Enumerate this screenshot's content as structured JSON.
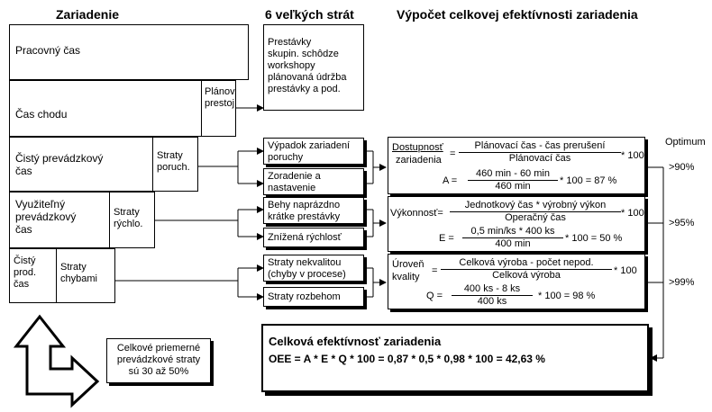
{
  "headers": {
    "equipment": "Zariadenie",
    "losses": "6 veľkých strát",
    "calculation": "Výpočet celkovej efektívnosti zariadenia"
  },
  "equipment_column": {
    "working_time": "Pracovný čas",
    "run_time": "Čas chodu",
    "planned_stop": "Plánov.\nprestoj",
    "net_operating_time": "Čistý prevádzkový\nčas",
    "breakdown_losses": "Straty\nporuch.",
    "utilized_operating_time": "Využiteľný\nprevádzkový\nčas",
    "speed_losses": "Straty\nrýchlo.",
    "net_productive_time": "Čistý\nprod.\nčas",
    "defect_losses": "Straty\nchybami"
  },
  "losses_column": {
    "planned_text": "Prestávky\nskupin. schôdze\nworkshopy\nplánovaná údržba\nprestávky a pod.",
    "breakdowns": "Výpadok zariadení\nporuchy",
    "setup": "Zoradenie a\nnastavenie",
    "idling": "Behy naprázdno\nkrátke prestávky",
    "reduced_speed": "Znížená rýchlosť",
    "quality_defects": "Straty nekvalitou\n(chyby v procese)",
    "startup_losses": "Straty rozbehom"
  },
  "formulas": {
    "availability": {
      "label_top": "Dostupnosť",
      "label_bottom": "zariadenia",
      "eq": "=",
      "num": "Plánovací čas - čas prerušení",
      "den": "Plánovací čas",
      "mult": "* 100",
      "var": "A  =",
      "calc_num": "460 min - 60 min",
      "calc_den": "460 min",
      "result": "* 100  = 87 %"
    },
    "performance": {
      "label": "Výkonnosť=",
      "num": "Jednotkový čas * výrobný výkon",
      "den": "Operačný čas",
      "mult": "* 100",
      "var": "E  =",
      "calc_num": "0,5 min/ks * 400 ks",
      "calc_den": "400 min",
      "result": "* 100  = 50 %"
    },
    "quality": {
      "label_top": "Úroveň",
      "label_bottom": "kvality",
      "eq": "=",
      "num": "Celková výroba - počet nepod.",
      "den": "Celková výroba",
      "mult": "* 100",
      "var": "Q  =",
      "calc_num": "400 ks - 8 ks",
      "calc_den": "400 ks",
      "result": "* 100  = 98 %"
    }
  },
  "optimum": {
    "label": "Optimum",
    "availability": ">90%",
    "performance": ">95%",
    "quality": ">99%"
  },
  "oee": {
    "title": "Celková efektívnosť zariadenia",
    "formula": "OEE = A * E * Q * 100 = 0,87 * 0,5 * 0,98 * 100 = 42,63 %"
  },
  "note": "Celkové priemerné\nprevádzkové straty\nsú 30 až 50%"
}
